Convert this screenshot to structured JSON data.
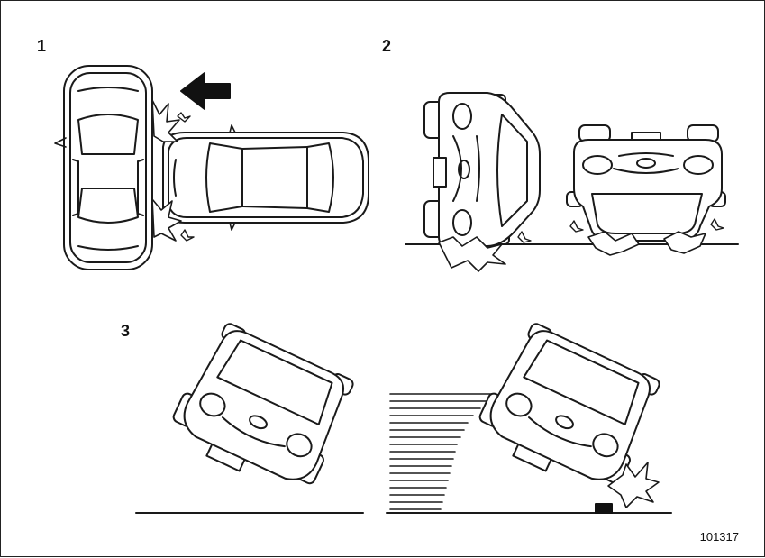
{
  "panels": [
    {
      "number": "1"
    },
    {
      "number": "2"
    },
    {
      "number": "3"
    }
  ],
  "figure_ref": "101317",
  "colors": {
    "line": "#1a1a1a",
    "fill": "#ffffff"
  }
}
